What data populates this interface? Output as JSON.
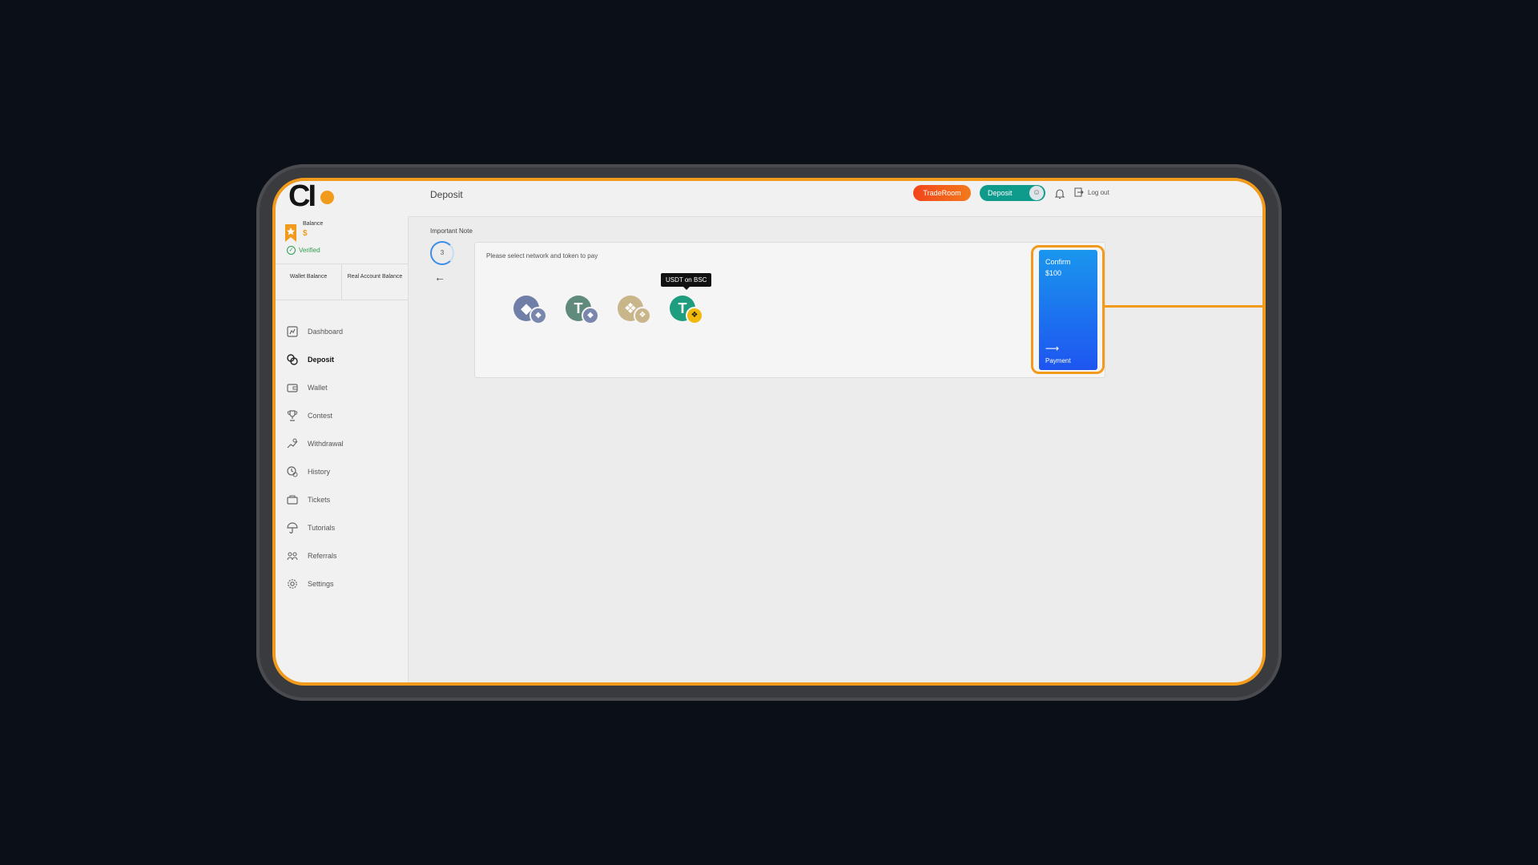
{
  "brand": {
    "logo_text": "CI",
    "accent": "#f29a1c"
  },
  "sidebar": {
    "balance_label": "Balance",
    "balance_value": "$",
    "verified": "Verified",
    "wallet_balance": "Wallet Balance",
    "real_account_balance": "Real Account Balance",
    "items": [
      {
        "label": "Dashboard",
        "icon": "dashboard-icon"
      },
      {
        "label": "Deposit",
        "icon": "deposit-icon",
        "active": true
      },
      {
        "label": "Wallet",
        "icon": "wallet-icon"
      },
      {
        "label": "Contest",
        "icon": "trophy-icon"
      },
      {
        "label": "Withdrawal",
        "icon": "withdrawal-icon"
      },
      {
        "label": "History",
        "icon": "history-icon"
      },
      {
        "label": "Tickets",
        "icon": "ticket-icon"
      },
      {
        "label": "Tutorials",
        "icon": "umbrella-icon"
      },
      {
        "label": "Referrals",
        "icon": "referrals-icon"
      },
      {
        "label": "Settings",
        "icon": "gear-icon"
      }
    ]
  },
  "topbar": {
    "title": "Deposit",
    "traderoom_label": "TradeRoom",
    "deposit_label": "Deposit",
    "logout_label": "Log out"
  },
  "main": {
    "note_label": "Important Note",
    "step_number": "3",
    "card_title": "Please select network and token to pay",
    "tooltip": "USDT on BSC",
    "coins": [
      {
        "name": "eth-on-eth",
        "main_color": "#6f7fa8",
        "sub_color": "#7a86ad"
      },
      {
        "name": "usdt-on-eth",
        "main_color": "#5f8a7c",
        "sub_color": "#7a86ad"
      },
      {
        "name": "bnb-on-bsc",
        "main_color": "#c9b58a",
        "sub_color": "#c9b58a"
      },
      {
        "name": "usdt-on-bsc",
        "main_color": "#1e9e7e",
        "sub_color": "#f0b90b"
      }
    ],
    "confirm_line1": "Confirm",
    "confirm_line2": "$100",
    "confirm_payment": "Payment"
  }
}
